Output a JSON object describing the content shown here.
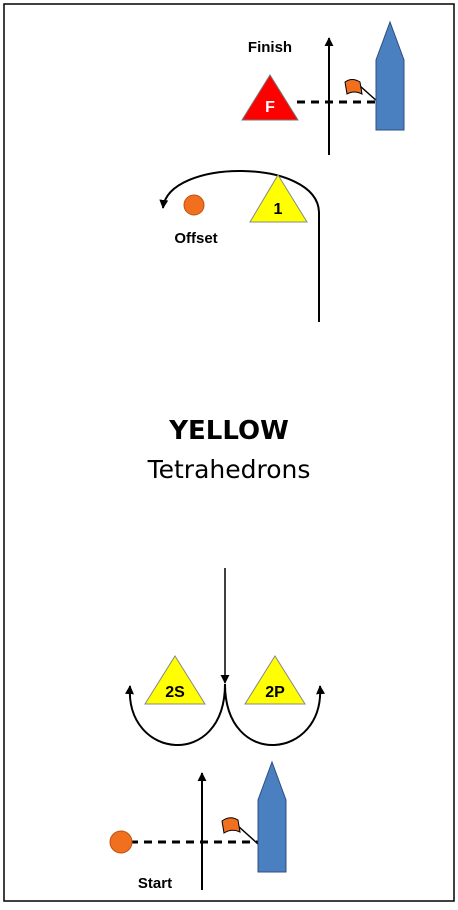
{
  "course": {
    "color_name": "YELLOW",
    "mark_type": "Tetrahedrons",
    "finish_label": "Finish",
    "offset_label": "Offset",
    "start_label": "Start"
  },
  "marks": {
    "finish_mark": "F",
    "windward_mark": "1",
    "gate_starboard": "2S",
    "gate_port": "2P"
  },
  "colors": {
    "frame": "#000000",
    "finish_mark_fill": "#ff0000",
    "yellow_mark_fill": "#ffff00",
    "offset_mark_fill": "#f07020",
    "committee_boat_fill": "#4a7fc0",
    "flag_fill": "#f07020"
  },
  "icons": {
    "committee_boat": "committee-boat-icon",
    "flag": "flag-icon",
    "offset_mark": "offset-buoy-icon",
    "pin_mark": "start-pin-buoy-icon"
  }
}
